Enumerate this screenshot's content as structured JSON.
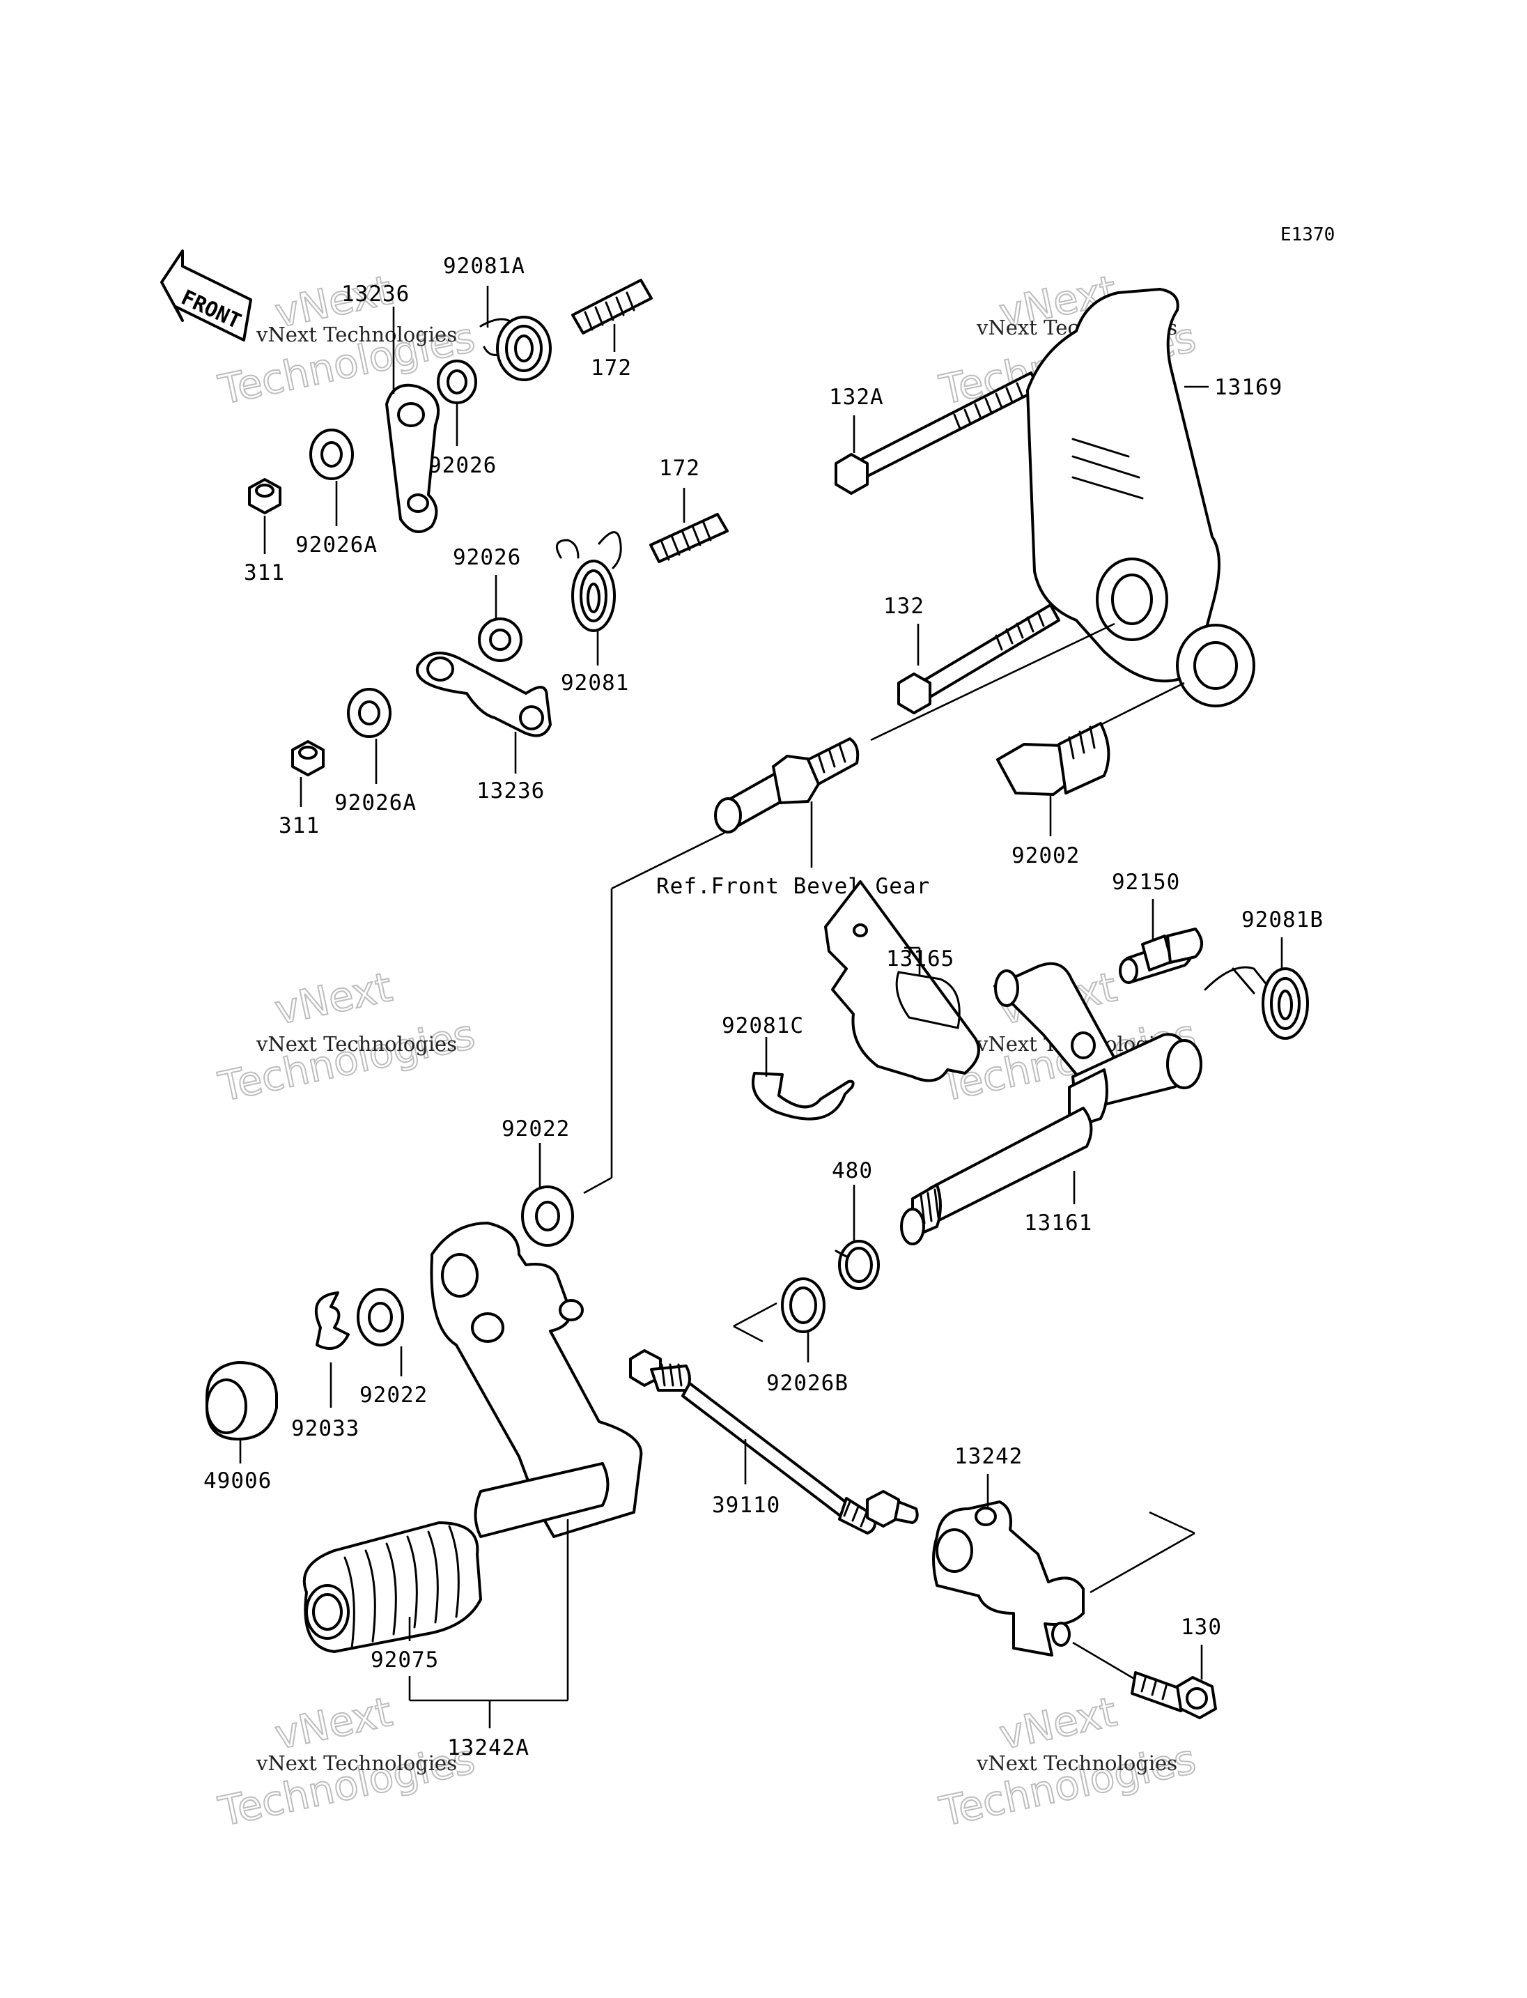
{
  "diagram": {
    "code": "E1370",
    "front_label": "FRONT",
    "watermark_small": "vNext Technologies",
    "watermark_large": "Technologies",
    "watermark_top": "vNext",
    "ref_label": "Ref.Front Bevel Gear",
    "labels": {
      "p92081A": "92081A",
      "p172a": "172",
      "p13236a": "13236",
      "p92026a": "92026",
      "p92026Aa": "92026A",
      "p311a": "311",
      "p172b": "172",
      "p92026b": "92026",
      "p92081": "92081",
      "p92026Ab": "92026A",
      "p311b": "311",
      "p13236b": "13236",
      "p132A": "132A",
      "p13169": "13169",
      "p132": "132",
      "p92002": "92002",
      "p92150": "92150",
      "p92081B": "92081B",
      "p13165": "13165",
      "p92081C": "92081C",
      "p92022a": "92022",
      "p480": "480",
      "p13161": "13161",
      "p92026B": "92026B",
      "p49006": "49006",
      "p92033": "92033",
      "p92022b": "92022",
      "p39110": "39110",
      "p13242": "13242",
      "p130": "130",
      "p92075": "92075",
      "p13242A": "13242A"
    }
  }
}
